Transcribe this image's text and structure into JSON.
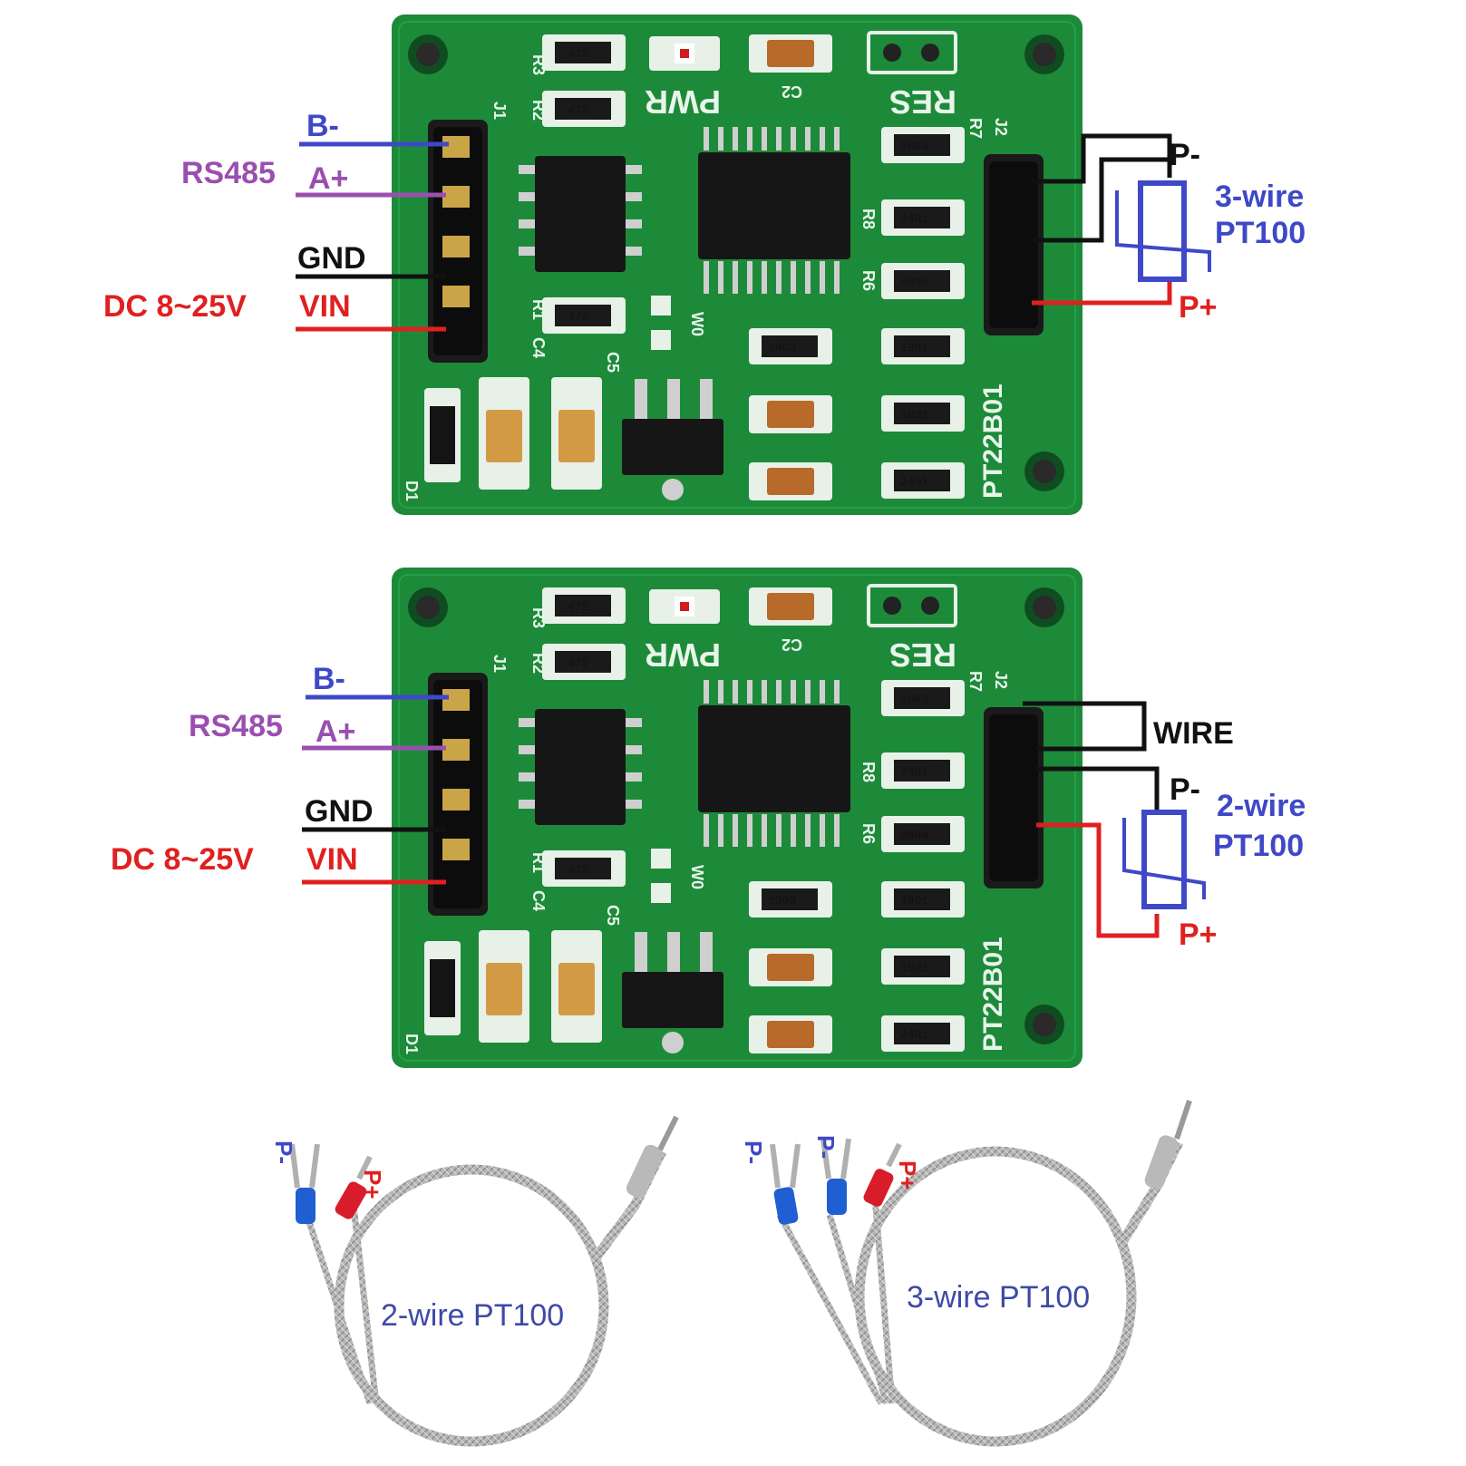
{
  "boards": [
    {
      "labels": {
        "b_minus": "B-",
        "rs485": "RS485",
        "a_plus": "A+",
        "gnd": "GND",
        "dc": "DC 8~25V",
        "vin": "VIN",
        "p_minus": "P-",
        "p_plus": "P+",
        "sensor_line1": "3-wire",
        "sensor_line2": "PT100"
      },
      "silkscreen": {
        "model": "PT22B01",
        "pwr": "PWR",
        "res": "RES",
        "j1": "J1",
        "j2": "J2",
        "c2": "C2",
        "d1": "D1",
        "r1": "R1",
        "r2": "R2",
        "r3": "R3",
        "r7": "R7",
        "r8": "R8",
        "r6": "R6",
        "c4": "C4",
        "c5": "C5",
        "w0": "W0"
      }
    },
    {
      "labels": {
        "b_minus": "B-",
        "rs485": "RS485",
        "a_plus": "A+",
        "gnd": "GND",
        "dc": "DC 8~25V",
        "vin": "VIN",
        "wire": "WIRE",
        "p_minus": "P-",
        "p_plus": "P+",
        "sensor_line1": "2-wire",
        "sensor_line2": "PT100"
      },
      "silkscreen": {
        "model": "PT22B01",
        "pwr": "PWR",
        "res": "RES",
        "j1": "J1",
        "j2": "J2",
        "c2": "C2",
        "d1": "D1",
        "r1": "R1",
        "r2": "R2",
        "r3": "R3",
        "r7": "R7",
        "r8": "R8",
        "r6": "R6",
        "c4": "C4",
        "c5": "C5",
        "w0": "W0"
      }
    }
  ],
  "probes": [
    {
      "caption": "2-wire PT100",
      "p_minus": "P-",
      "p_plus": "P+"
    },
    {
      "caption": "3-wire PT100",
      "p_minus_1": "P-",
      "p_minus_2": "P-",
      "p_plus": "P+"
    }
  ],
  "colors": {
    "board": "#1d8a3a",
    "board_dark": "#14662a",
    "rs485_blue": "#3f48c7",
    "rs485_purple": "#9a4fb0",
    "gnd_black": "#111111",
    "vin_red": "#e02020",
    "sensor_blue": "#3f48c7",
    "caption_blue": "#3d4aa6"
  },
  "smd_codes": [
    "472",
    "472",
    "472",
    "1003",
    "2491",
    "8080",
    "1003",
    "1991",
    "1991",
    "2491"
  ]
}
